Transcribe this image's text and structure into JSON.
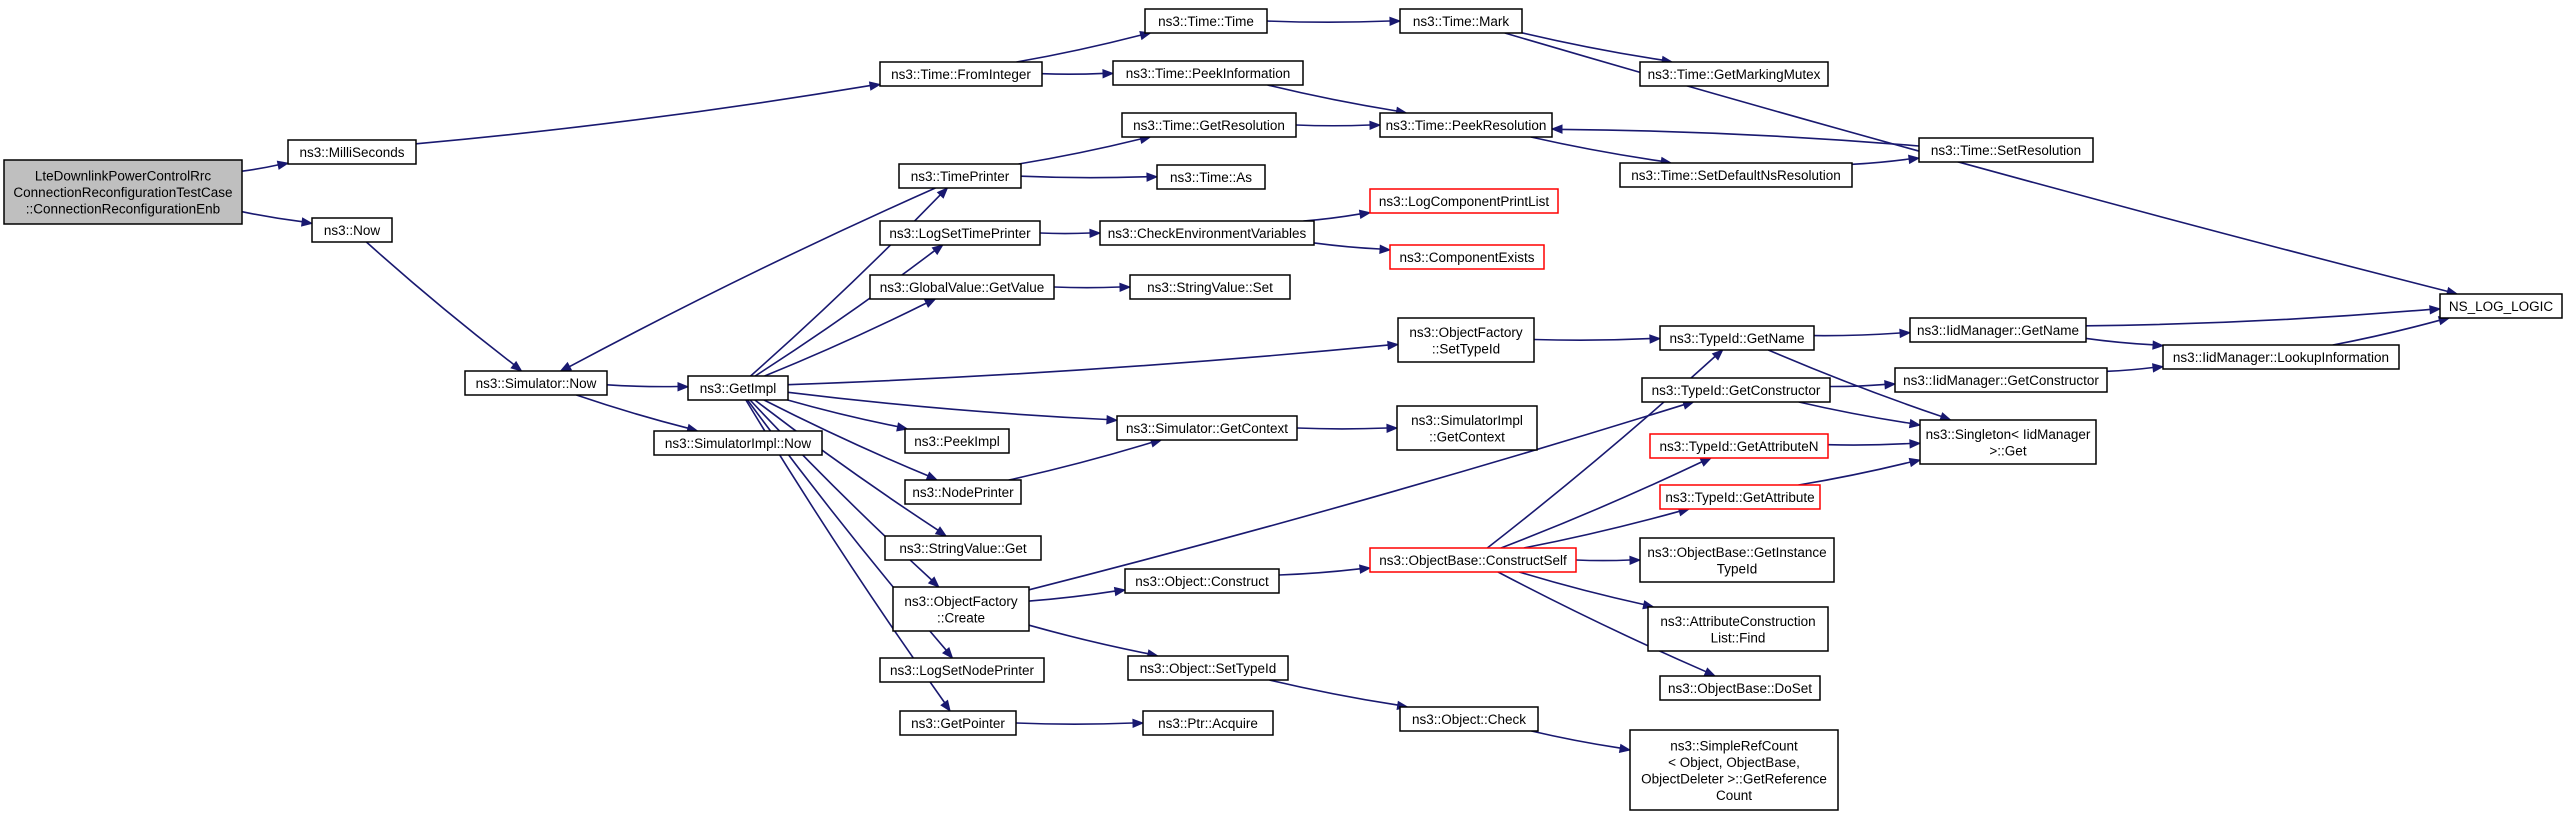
{
  "nodes": [
    {
      "id": "root",
      "lines": [
        "LteDownlinkPowerControlRrc",
        "ConnectionReconfigurationTestCase",
        "::ConnectionReconfigurationEnb"
      ],
      "style": "root"
    },
    {
      "id": "milliseconds",
      "lines": [
        "ns3::MilliSeconds"
      ]
    },
    {
      "id": "now",
      "lines": [
        "ns3::Now"
      ]
    },
    {
      "id": "sim-now",
      "lines": [
        "ns3::Simulator::Now"
      ]
    },
    {
      "id": "simimpl-now",
      "lines": [
        "ns3::SimulatorImpl::Now"
      ]
    },
    {
      "id": "fromint",
      "lines": [
        "ns3::Time::FromInteger"
      ]
    },
    {
      "id": "time-time",
      "lines": [
        "ns3::Time::Time"
      ]
    },
    {
      "id": "time-mark",
      "lines": [
        "ns3::Time::Mark"
      ]
    },
    {
      "id": "getmarkingmutex",
      "lines": [
        "ns3::Time::GetMarkingMutex"
      ]
    },
    {
      "id": "peekinfo",
      "lines": [
        "ns3::Time::PeekInformation"
      ]
    },
    {
      "id": "peekres",
      "lines": [
        "ns3::Time::PeekResolution"
      ]
    },
    {
      "id": "getres",
      "lines": [
        "ns3::Time::GetResolution"
      ]
    },
    {
      "id": "setdefres",
      "lines": [
        "ns3::Time::SetDefaultNsResolution"
      ]
    },
    {
      "id": "setres",
      "lines": [
        "ns3::Time::SetResolution"
      ]
    },
    {
      "id": "timeprinter",
      "lines": [
        "ns3::TimePrinter"
      ]
    },
    {
      "id": "time-as",
      "lines": [
        "ns3::Time::As"
      ]
    },
    {
      "id": "getimpl",
      "lines": [
        "ns3::GetImpl"
      ]
    },
    {
      "id": "logsettimeprinter",
      "lines": [
        "ns3::LogSetTimePrinter"
      ]
    },
    {
      "id": "checkenv",
      "lines": [
        "ns3::CheckEnvironmentVariables"
      ]
    },
    {
      "id": "logcompprint",
      "lines": [
        "ns3::LogComponentPrintList"
      ],
      "style": "red"
    },
    {
      "id": "compexists",
      "lines": [
        "ns3::ComponentExists"
      ],
      "style": "red"
    },
    {
      "id": "gv-getvalue",
      "lines": [
        "ns3::GlobalValue::GetValue"
      ]
    },
    {
      "id": "sv-set",
      "lines": [
        "ns3::StringValue::Set"
      ]
    },
    {
      "id": "of-settypeid",
      "lines": [
        "ns3::ObjectFactory",
        "::SetTypeId"
      ]
    },
    {
      "id": "typeid-getname",
      "lines": [
        "ns3::TypeId::GetName"
      ]
    },
    {
      "id": "iid-getname",
      "lines": [
        "ns3::IidManager::GetName"
      ]
    },
    {
      "id": "nslog",
      "lines": [
        "NS_LOG_LOGIC"
      ]
    },
    {
      "id": "iid-lookup",
      "lines": [
        "ns3::IidManager::LookupInformation"
      ]
    },
    {
      "id": "typeid-getctor",
      "lines": [
        "ns3::TypeId::GetConstructor"
      ]
    },
    {
      "id": "iid-getctor",
      "lines": [
        "ns3::IidManager::GetConstructor"
      ]
    },
    {
      "id": "singleton-get",
      "lines": [
        "ns3::Singleton< IidManager",
        ">::Get"
      ]
    },
    {
      "id": "typeid-getattrn",
      "lines": [
        "ns3::TypeId::GetAttributeN"
      ],
      "style": "red"
    },
    {
      "id": "typeid-getattr",
      "lines": [
        "ns3::TypeId::GetAttribute"
      ],
      "style": "red"
    },
    {
      "id": "peekimpl",
      "lines": [
        "ns3::PeekImpl"
      ]
    },
    {
      "id": "sim-getcontext",
      "lines": [
        "ns3::Simulator::GetContext"
      ]
    },
    {
      "id": "simimpl-getcontext",
      "lines": [
        "ns3::SimulatorImpl",
        "::GetContext"
      ]
    },
    {
      "id": "nodeprinter",
      "lines": [
        "ns3::NodePrinter"
      ]
    },
    {
      "id": "sv-get",
      "lines": [
        "ns3::StringValue::Get"
      ]
    },
    {
      "id": "of-create",
      "lines": [
        "ns3::ObjectFactory",
        "::Create"
      ]
    },
    {
      "id": "obj-construct",
      "lines": [
        "ns3::Object::Construct"
      ]
    },
    {
      "id": "ob-constructself",
      "lines": [
        "ns3::ObjectBase::ConstructSelf"
      ],
      "style": "red"
    },
    {
      "id": "ob-getinstancetid",
      "lines": [
        "ns3::ObjectBase::GetInstance",
        "TypeId"
      ]
    },
    {
      "id": "acl-find",
      "lines": [
        "ns3::AttributeConstruction",
        "List::Find"
      ]
    },
    {
      "id": "ob-doset",
      "lines": [
        "ns3::ObjectBase::DoSet"
      ]
    },
    {
      "id": "logsetnodeprinter",
      "lines": [
        "ns3::LogSetNodePrinter"
      ]
    },
    {
      "id": "obj-settypeid",
      "lines": [
        "ns3::Object::SetTypeId"
      ]
    },
    {
      "id": "obj-check",
      "lines": [
        "ns3::Object::Check"
      ]
    },
    {
      "id": "simplerefcount",
      "lines": [
        "ns3::SimpleRefCount",
        "< Object, ObjectBase,",
        "ObjectDeleter >::GetReference",
        "Count"
      ]
    },
    {
      "id": "getpointer",
      "lines": [
        "ns3::GetPointer"
      ]
    },
    {
      "id": "ptr-acquire",
      "lines": [
        "ns3::Ptr::Acquire"
      ]
    }
  ],
  "edges": [
    [
      "root",
      "milliseconds"
    ],
    [
      "root",
      "now"
    ],
    [
      "milliseconds",
      "fromint"
    ],
    [
      "now",
      "sim-now"
    ],
    [
      "fromint",
      "time-time"
    ],
    [
      "fromint",
      "peekinfo"
    ],
    [
      "time-time",
      "time-mark"
    ],
    [
      "time-mark",
      "getmarkingmutex"
    ],
    [
      "time-mark",
      "nslog"
    ],
    [
      "peekinfo",
      "peekres"
    ],
    [
      "getres",
      "peekres"
    ],
    [
      "peekres",
      "setdefres"
    ],
    [
      "setdefres",
      "setres"
    ],
    [
      "setres",
      "peekres"
    ],
    [
      "sim-now",
      "getimpl"
    ],
    [
      "sim-now",
      "simimpl-now"
    ],
    [
      "timeprinter",
      "sim-now"
    ],
    [
      "timeprinter",
      "getres"
    ],
    [
      "timeprinter",
      "time-as"
    ],
    [
      "getimpl",
      "timeprinter"
    ],
    [
      "getimpl",
      "logsettimeprinter"
    ],
    [
      "getimpl",
      "gv-getvalue"
    ],
    [
      "getimpl",
      "of-settypeid"
    ],
    [
      "getimpl",
      "sim-getcontext"
    ],
    [
      "getimpl",
      "peekimpl"
    ],
    [
      "getimpl",
      "nodeprinter"
    ],
    [
      "getimpl",
      "sv-get"
    ],
    [
      "getimpl",
      "of-create"
    ],
    [
      "getimpl",
      "logsetnodeprinter"
    ],
    [
      "getimpl",
      "getpointer"
    ],
    [
      "logsettimeprinter",
      "checkenv"
    ],
    [
      "checkenv",
      "logcompprint"
    ],
    [
      "checkenv",
      "compexists"
    ],
    [
      "gv-getvalue",
      "sv-set"
    ],
    [
      "of-settypeid",
      "typeid-getname"
    ],
    [
      "typeid-getname",
      "iid-getname"
    ],
    [
      "typeid-getname",
      "singleton-get"
    ],
    [
      "iid-getname",
      "nslog"
    ],
    [
      "iid-getname",
      "iid-lookup"
    ],
    [
      "iid-lookup",
      "nslog"
    ],
    [
      "typeid-getctor",
      "iid-getctor"
    ],
    [
      "typeid-getctor",
      "singleton-get"
    ],
    [
      "iid-getctor",
      "iid-lookup"
    ],
    [
      "typeid-getattrn",
      "singleton-get"
    ],
    [
      "typeid-getattr",
      "singleton-get"
    ],
    [
      "nodeprinter",
      "sim-getcontext"
    ],
    [
      "sim-getcontext",
      "simimpl-getcontext"
    ],
    [
      "of-create",
      "typeid-getctor"
    ],
    [
      "of-create",
      "obj-construct"
    ],
    [
      "of-create",
      "obj-settypeid"
    ],
    [
      "obj-construct",
      "ob-constructself"
    ],
    [
      "ob-constructself",
      "typeid-getname"
    ],
    [
      "ob-constructself",
      "typeid-getattrn"
    ],
    [
      "ob-constructself",
      "typeid-getattr"
    ],
    [
      "ob-constructself",
      "ob-getinstancetid"
    ],
    [
      "ob-constructself",
      "acl-find"
    ],
    [
      "ob-constructself",
      "ob-doset"
    ],
    [
      "obj-settypeid",
      "obj-check"
    ],
    [
      "obj-check",
      "simplerefcount"
    ],
    [
      "getpointer",
      "ptr-acquire"
    ]
  ]
}
